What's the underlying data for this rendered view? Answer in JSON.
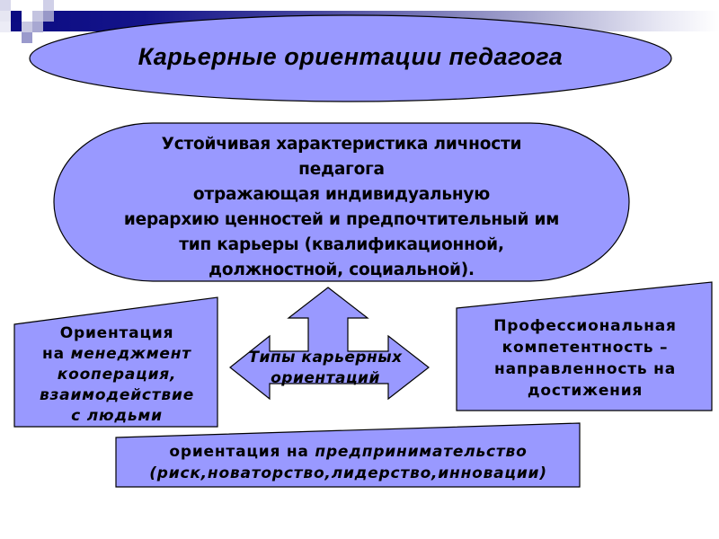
{
  "slide": {
    "title": "Карьерные ориентации педагога",
    "definition": {
      "lines": [
        "Устойчивая характеристика личности",
        "педагога",
        "отражающая индивидуальную",
        "иерархию ценностей и предпочтительный им",
        "тип карьеры (квалификационной,",
        "должностной, социальной)."
      ]
    },
    "center_label": {
      "line1": "Типы карьерных",
      "line2": "ориентаций"
    },
    "left_box": {
      "line1": "Ориентация",
      "line2_prefix": "на ",
      "line2_italic": "менеджмент",
      "line3": "кооперация,",
      "line4": "взаимодействие",
      "line5": "с людьми"
    },
    "right_box": {
      "lines": [
        "Профессиональная",
        "компетентность –",
        "направленность на",
        "достижения"
      ]
    },
    "bottom_box": {
      "line1_prefix": "ориентация на ",
      "line1_italic": "предпринимательство",
      "line2": "(риск,новаторство,лидерство,инновации)"
    }
  },
  "colors": {
    "shape_fill": "#9999ff",
    "shape_stroke": "#000000",
    "topbar_dark": "#0b0b82",
    "background": "#ffffff"
  }
}
